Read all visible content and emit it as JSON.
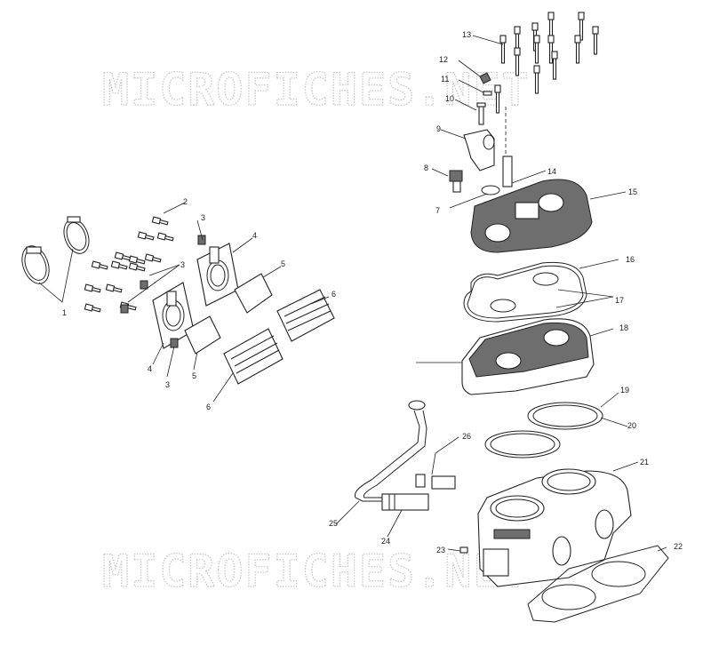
{
  "watermark": {
    "top": "MICROFICHES.NET",
    "bottom": "MICROFICHES.NET"
  },
  "callouts": {
    "c1": "1",
    "c2": "2",
    "c3a": "3",
    "c3b": "3",
    "c3c": "3",
    "c4a": "4",
    "c4b": "4",
    "c5a": "5",
    "c5b": "5",
    "c6a": "6",
    "c6b": "6",
    "c7": "7",
    "c8": "8",
    "c9": "9",
    "c10": "10",
    "c11": "11",
    "c12": "12",
    "c13": "13",
    "c14": "14",
    "c15": "15",
    "c16": "16",
    "c17": "17",
    "c18": "18",
    "c19": "19",
    "c20": "20",
    "c21": "21",
    "c22": "22",
    "c23": "23",
    "c24": "24",
    "c25": "25",
    "c26": "26"
  }
}
